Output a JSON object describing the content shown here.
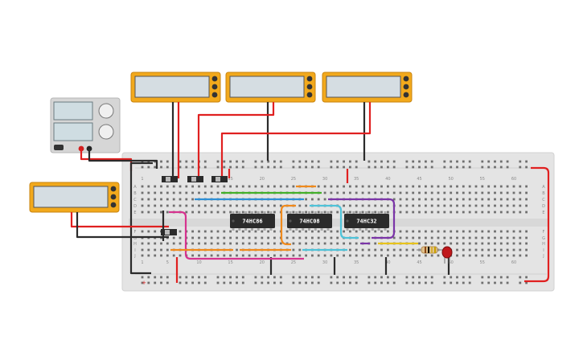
{
  "chips": [
    {
      "id": "chip-74hc86",
      "label": "74HC86"
    },
    {
      "id": "chip-74hc08",
      "label": "74HC08"
    },
    {
      "id": "chip-74hc32",
      "label": "74HC32"
    }
  ],
  "column_numbers": [
    "1",
    "5",
    "10",
    "15",
    "20",
    "25",
    "30",
    "35",
    "40",
    "45",
    "50",
    "55",
    "60"
  ],
  "row_letters_top": [
    "A",
    "B",
    "C",
    "D",
    "E"
  ],
  "row_letters_bottom": [
    "F",
    "G",
    "H",
    "I",
    "J"
  ],
  "rail_symbols": {
    "plus": "+",
    "minus": "−"
  },
  "power_supply": {
    "knob_count": 2,
    "display_count": 2
  },
  "multimeters": [
    {
      "id": "multimeter-1",
      "terminals": 3
    },
    {
      "id": "multimeter-2",
      "terminals": 3
    },
    {
      "id": "multimeter-3",
      "terminals": 3
    },
    {
      "id": "multimeter-left",
      "terminals": 3
    }
  ],
  "resistor": {
    "bands": [
      "#8b4513",
      "#000000",
      "#d4af37",
      "#c8a000"
    ]
  },
  "led": {
    "color": "#c0181c"
  },
  "colors": {
    "board": "#e4e4e4",
    "meter_case": "#f2a91c",
    "meter_screen": "#d5dde2",
    "wire_red": "#e02020",
    "wire_black": "#2b2b2b",
    "wire_green": "#43b02a",
    "wire_blue": "#2d8fd6",
    "wire_orange": "#f08a1c",
    "wire_purple": "#7b35a8",
    "wire_cyan": "#4fc3d9",
    "wire_magenta": "#d6338f",
    "wire_yellow": "#e8c31c"
  }
}
